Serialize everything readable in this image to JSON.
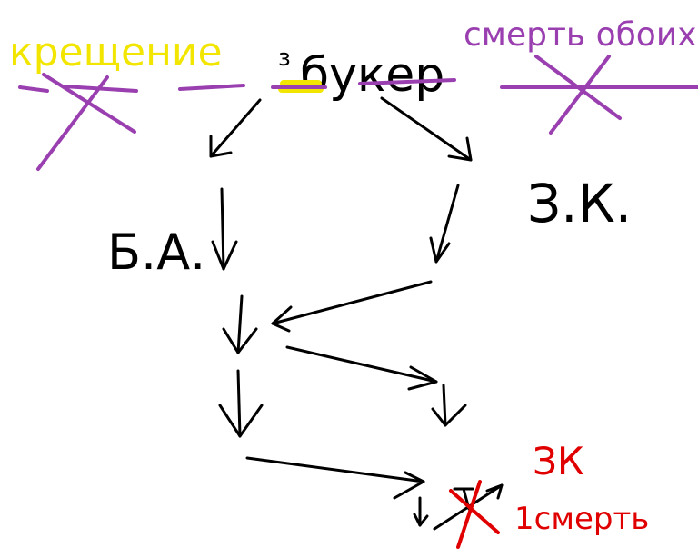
{
  "labels": {
    "kreshchenie": "крещение",
    "booker": "букер",
    "booker_prefix": "з",
    "smert_oboikh": "смерть обоих",
    "ba": "Б.А.",
    "zk_top": "З.К.",
    "zk_bottom": "ЗК",
    "smert_bottom": "1смерть"
  },
  "colors": {
    "background": "#ffffff",
    "ink": "#000000",
    "yellow": "#f2e600",
    "purple": "#9a3fb0",
    "red": "#e00000"
  }
}
